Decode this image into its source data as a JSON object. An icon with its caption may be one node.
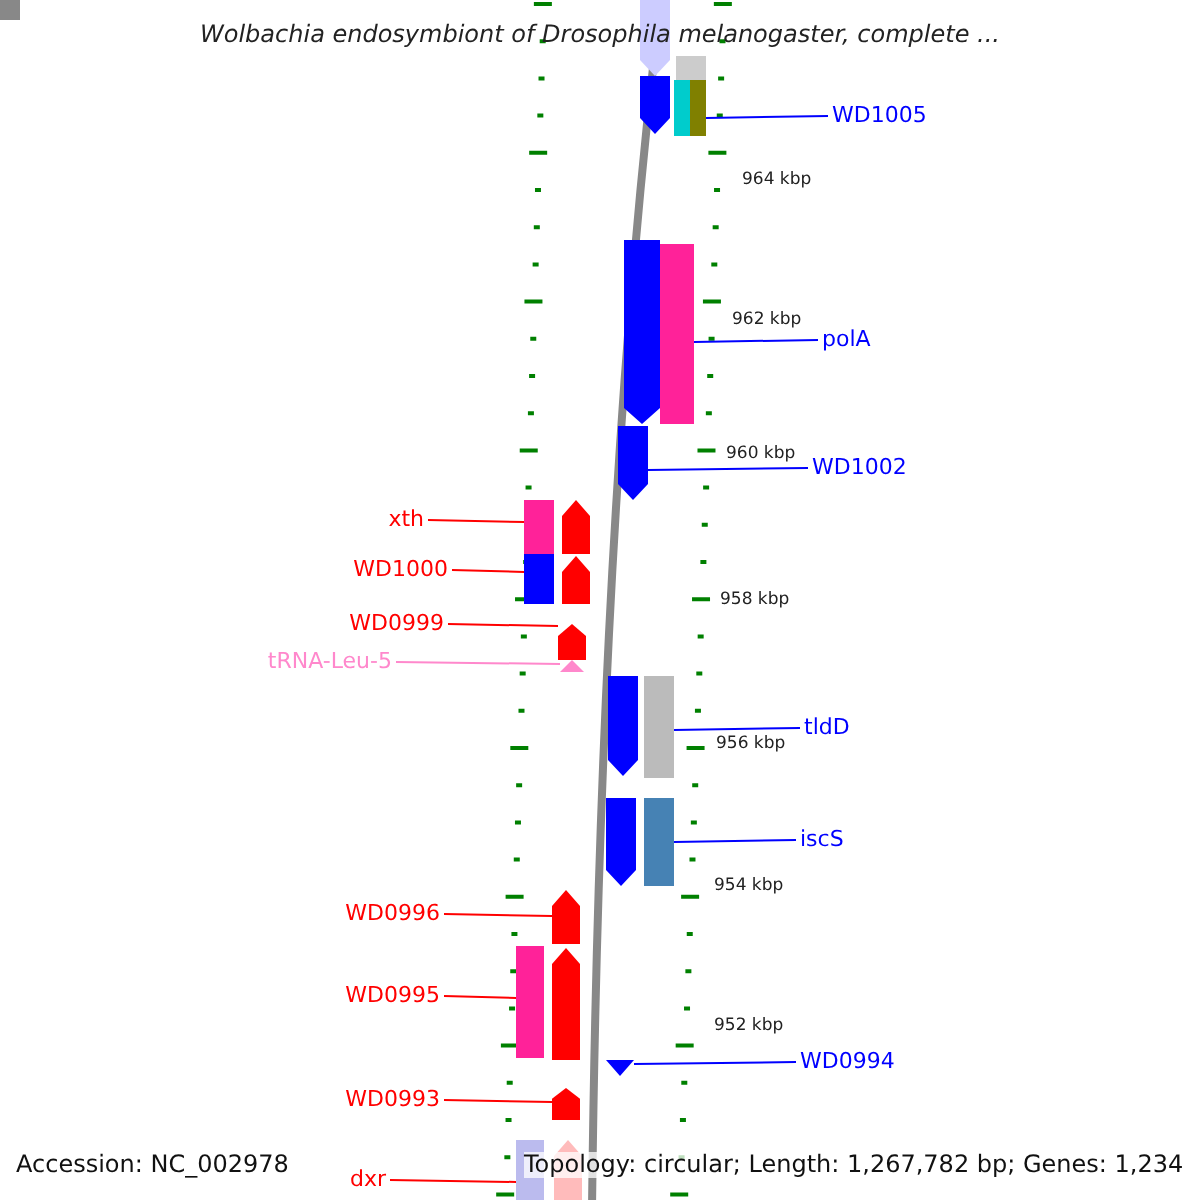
{
  "diagram": {
    "title": "Wolbachia endosymbiont of Drosophila melanogaster, complete ...",
    "nodes": [
      {
        "text": [
          "WD1005"
        ]
      },
      {
        "text": [
          "polA"
        ]
      },
      {
        "text": [
          "WD1002"
        ]
      },
      {
        "text": [
          "xth"
        ]
      },
      {
        "text": [
          "WD1000"
        ]
      },
      {
        "text": [
          "WD0999"
        ]
      },
      {
        "text": [
          "tRNA-Leu-5"
        ]
      },
      {
        "text": [
          "tldD"
        ]
      },
      {
        "text": [
          "iscS"
        ]
      },
      {
        "text": [
          "WD0996"
        ]
      },
      {
        "text": [
          "WD0995"
        ]
      },
      {
        "text": [
          "WD0994"
        ]
      },
      {
        "text": [
          "WD0993"
        ]
      },
      {
        "text": [
          "dxr"
        ]
      },
      {
        "text": [],
        "shape": "bar"
      },
      {
        "text": [],
        "shape": "bar"
      },
      {
        "text": [],
        "shape": "bar"
      },
      {
        "text": [],
        "shape": "bar"
      },
      {
        "text": [],
        "shape": "bar"
      },
      {
        "text": [],
        "shape": "bar"
      },
      {
        "text": [],
        "shape": "bar"
      },
      {
        "text": [],
        "shape": "bar"
      },
      {
        "text": [],
        "shape": "bar"
      },
      {
        "text": [],
        "shape": "bar"
      },
      {
        "text": [],
        "shape": "bar"
      },
      {
        "text": [],
        "shape": "bar"
      },
      {
        "text": [],
        "shape": "bar"
      },
      {
        "text": [],
        "shape": "bar"
      },
      {
        "text": [],
        "shape": "bar"
      },
      {
        "text": [],
        "shape": "bar"
      },
      {
        "text": [],
        "shape": "bar"
      },
      {
        "text": [],
        "shape": "bar"
      },
      {
        "text": [],
        "shape": "bar"
      },
      {
        "text": [],
        "shape": "bar"
      },
      {
        "text": [],
        "shape": "bar"
      },
      {
        "text": [],
        "shape": "bar"
      },
      {
        "text": [],
        "shape": "bar"
      },
      {
        "text": [],
        "shape": "bar"
      },
      {
        "text": [],
        "shape": "bar"
      },
      {
        "text": [],
        "shape": "bar"
      }
    ],
    "edges": [
      {
        "from": 0,
        "to": 14,
        "arrow": "none",
        "color": "#0000ff"
      },
      {
        "from": 1,
        "to": 15,
        "arrow": "none",
        "color": "#0000ff"
      },
      {
        "from": 2,
        "to": 16,
        "arrow": "none",
        "color": "#0000ff"
      },
      {
        "from": 3,
        "to": 17,
        "arrow": "none"
      },
      {
        "from": 4,
        "to": 18,
        "arrow": "none"
      },
      {
        "from": 5,
        "to": 19,
        "arrow": "none"
      },
      {
        "from": 6,
        "to": 20,
        "arrow": "none",
        "color": "#ff88cc"
      },
      {
        "from": 7,
        "to": 21,
        "arrow": "none",
        "color": "#0000ff"
      },
      {
        "from": 8,
        "to": 22,
        "arrow": "none",
        "color": "#0000ff"
      },
      {
        "from": 9,
        "to": 23,
        "arrow": "none"
      },
      {
        "from": 10,
        "to": 24,
        "arrow": "none"
      },
      {
        "from": 11,
        "to": 25,
        "arrow": "none",
        "color": "#0000ff"
      },
      {
        "from": 12,
        "to": 26,
        "arrow": "none"
      },
      {
        "from": 13,
        "to": 27,
        "arrow": "none"
      }
    ],
    "labels": [
      "964 kbp",
      "962 kbp",
      "960 kbp",
      "958 kbp",
      "956 kbp",
      "954 kbp",
      "952 kbp",
      "Accession: NC_002978",
      "Topology: circular; Length: 1,267,782 bp; Genes: 1,234"
    ]
  }
}
